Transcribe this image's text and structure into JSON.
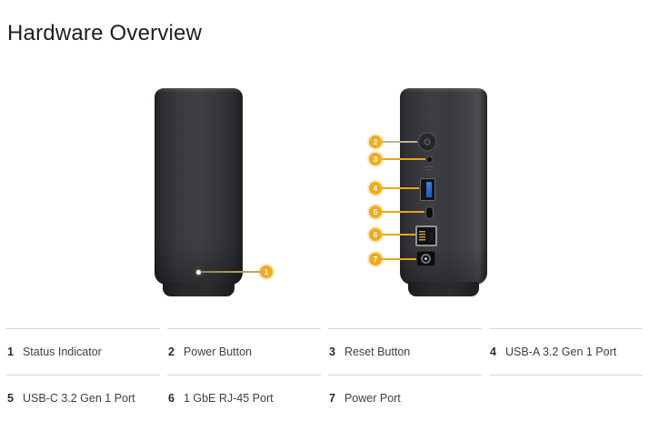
{
  "page": {
    "title": "Hardware Overview"
  },
  "figures": {
    "front_view": "device front view",
    "back_view": "device back view"
  },
  "icons": {
    "power": "power-symbol"
  },
  "colors": {
    "badge": "#F1AB1B",
    "leader_line": "#E8A61F",
    "usb_blue": "#2E63C8",
    "divider": "#D8D8D8",
    "device_dark": "#2B2C2F",
    "title_text": "#1E1E20",
    "legend_text": "#3F3F41"
  },
  "callouts": [
    {
      "num": "1",
      "target": "status-indicator"
    },
    {
      "num": "2",
      "target": "power-button"
    },
    {
      "num": "3",
      "target": "reset-button"
    },
    {
      "num": "4",
      "target": "usb-a-port"
    },
    {
      "num": "5",
      "target": "usb-c-port"
    },
    {
      "num": "6",
      "target": "ethernet-port"
    },
    {
      "num": "7",
      "target": "power-port"
    }
  ],
  "legend": {
    "rows": [
      [
        {
          "num": "1",
          "label": "Status Indicator"
        },
        {
          "num": "2",
          "label": "Power Button"
        },
        {
          "num": "3",
          "label": "Reset Button"
        },
        {
          "num": "4",
          "label": "USB-A 3.2 Gen 1 Port"
        }
      ],
      [
        {
          "num": "5",
          "label": "USB-C 3.2 Gen 1 Port"
        },
        {
          "num": "6",
          "label": "1 GbE RJ-45 Port"
        },
        {
          "num": "7",
          "label": "Power Port"
        }
      ]
    ]
  }
}
